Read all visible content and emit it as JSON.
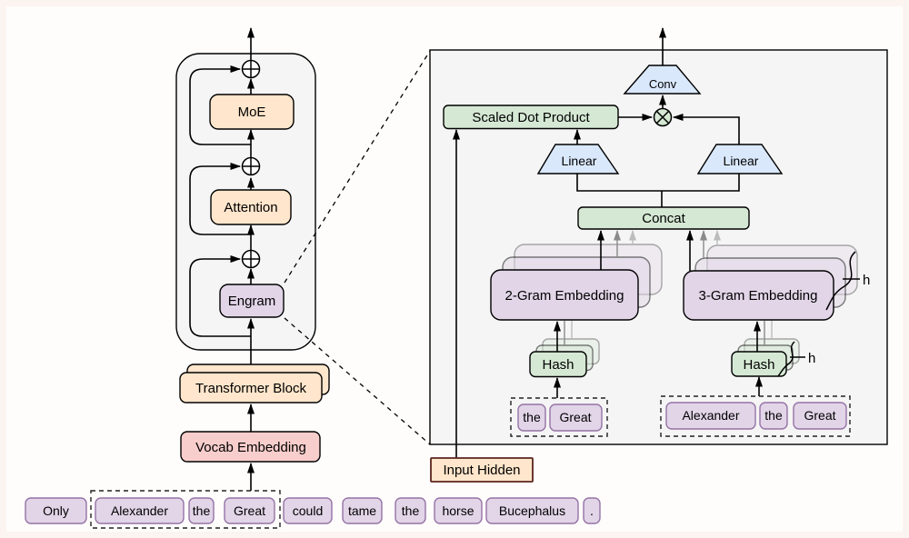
{
  "stack": {
    "moe": "MoE",
    "attention": "Attention",
    "engram": "Engram",
    "transformer_block": "Transformer Block",
    "vocab_embedding": "Vocab Embedding"
  },
  "engram_detail": {
    "conv": "Conv",
    "scaled_dot_product": "Scaled Dot Product",
    "linear_left": "Linear",
    "linear_right": "Linear",
    "concat": "Concat",
    "bigram_embedding": "2-Gram Embedding",
    "trigram_embedding": "3-Gram Embedding",
    "hash_left": "Hash",
    "hash_right": "Hash",
    "heads_label": "h",
    "bigram_tokens": [
      "the",
      "Great"
    ],
    "trigram_tokens": [
      "Alexander",
      "the",
      "Great"
    ],
    "input_hidden": "Input Hidden"
  },
  "sentence": {
    "tokens": [
      "Only",
      "Alexander",
      "the",
      "Great",
      "could",
      "tame",
      "the",
      "horse",
      "Bucephalus",
      "."
    ]
  },
  "colors": {
    "peach_fill": "#ffe6cc",
    "pink_fill": "#f8cecc",
    "purple_fill": "#e1d5e7",
    "purple_border": "#9673a6",
    "green_fill": "#d5e8d4",
    "blue_fill": "#dae8fc",
    "panel_fill": "#f5f5f5",
    "input_hidden_border": "#5b241d"
  }
}
